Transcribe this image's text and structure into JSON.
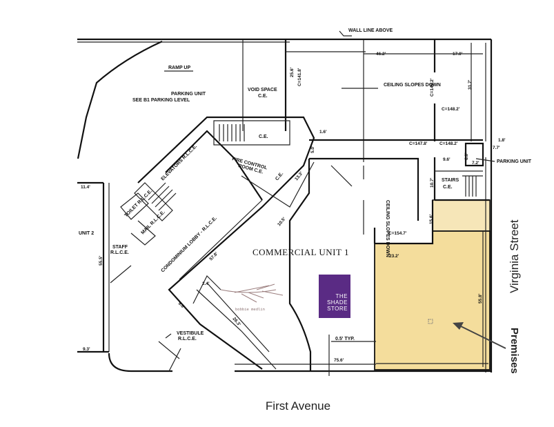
{
  "labels": {
    "wall_line_above": "WALL LINE ABOVE",
    "ramp_up": "RAMP UP",
    "parking_unit": "PARKING UNIT",
    "parking_unit_sub": "SEE B1 PARKING LEVEL",
    "void_space": "VOID SPACE",
    "void_space_ce": "C.E.",
    "ceiling_slopes": "CEILING SLOPES DOWN",
    "fire_control": "FIRE CONTROL",
    "fire_control_room": "ROOM C.E.",
    "ce_1": "C.E.",
    "ce_2": "C.E.",
    "elevators": "ELEVATORS R.L.C.E.",
    "stairs": "STAIRS",
    "stairs_ce": "C.E.",
    "parking_unit_right": "PARKING UNIT",
    "condo_lobby": "CONDOMINIUM LOBBY - R.L.C.E.",
    "toilet": "TOILET R.L.C.E.",
    "mail": "MAIL R.L.C.E.",
    "staff": "STAFF",
    "staff_sub": "R.L.C.E.",
    "vestibule": "VESTIBULE",
    "vestibule_sub": "R.L.C.E.",
    "unit2": "UNIT 2",
    "commercial_unit": "COMMERCIAL UNIT 1",
    "typ": "0.5' TYP.",
    "ceiling_slopes_2": "CEILING SLOPES DOWN"
  },
  "dimensions": {
    "d1": "46.2'",
    "d2": "17.0'",
    "d3": "C=148.2'",
    "d4": "31.7'",
    "d5": "C=146.2'",
    "d6": "C=147.8'",
    "d7": "C=148.2'",
    "d8": "1.8'",
    "d9": "7.7'",
    "d10": "7.2'",
    "d11": "9.6'",
    "d12": "10.7'",
    "d13": "1.6'",
    "d14": "C=154.7'",
    "d15": "23.2'",
    "d16": "55.8'",
    "d17": "15.6'",
    "d18": "11.4'",
    "d19": "55.5'",
    "d20": "57.8'",
    "d21": "26.3'",
    "d22": "75.6'",
    "d23": "9.3'",
    "d24": "13.3'",
    "d25": "10.5'",
    "d26": "C=141.8'",
    "d27": "25.6'",
    "d28": "2.4'",
    "d29": "9.6'",
    "d30": "5.0'",
    "d31": "6.0'"
  },
  "logos": {
    "shade_store_line1": "THE",
    "shade_store_line2": "SHADE",
    "shade_store_line3": "STORE",
    "bobbie_medlin": "bobbie medlin"
  },
  "streets": {
    "right": "Virginia Street",
    "bottom": "First Avenue"
  },
  "callout": "Premises",
  "colors": {
    "premises_fill": "#f4dd9c",
    "premises_fill_light": "#f6e6b8",
    "shade_store_purple": "#5a2b84",
    "line": "#111111"
  }
}
